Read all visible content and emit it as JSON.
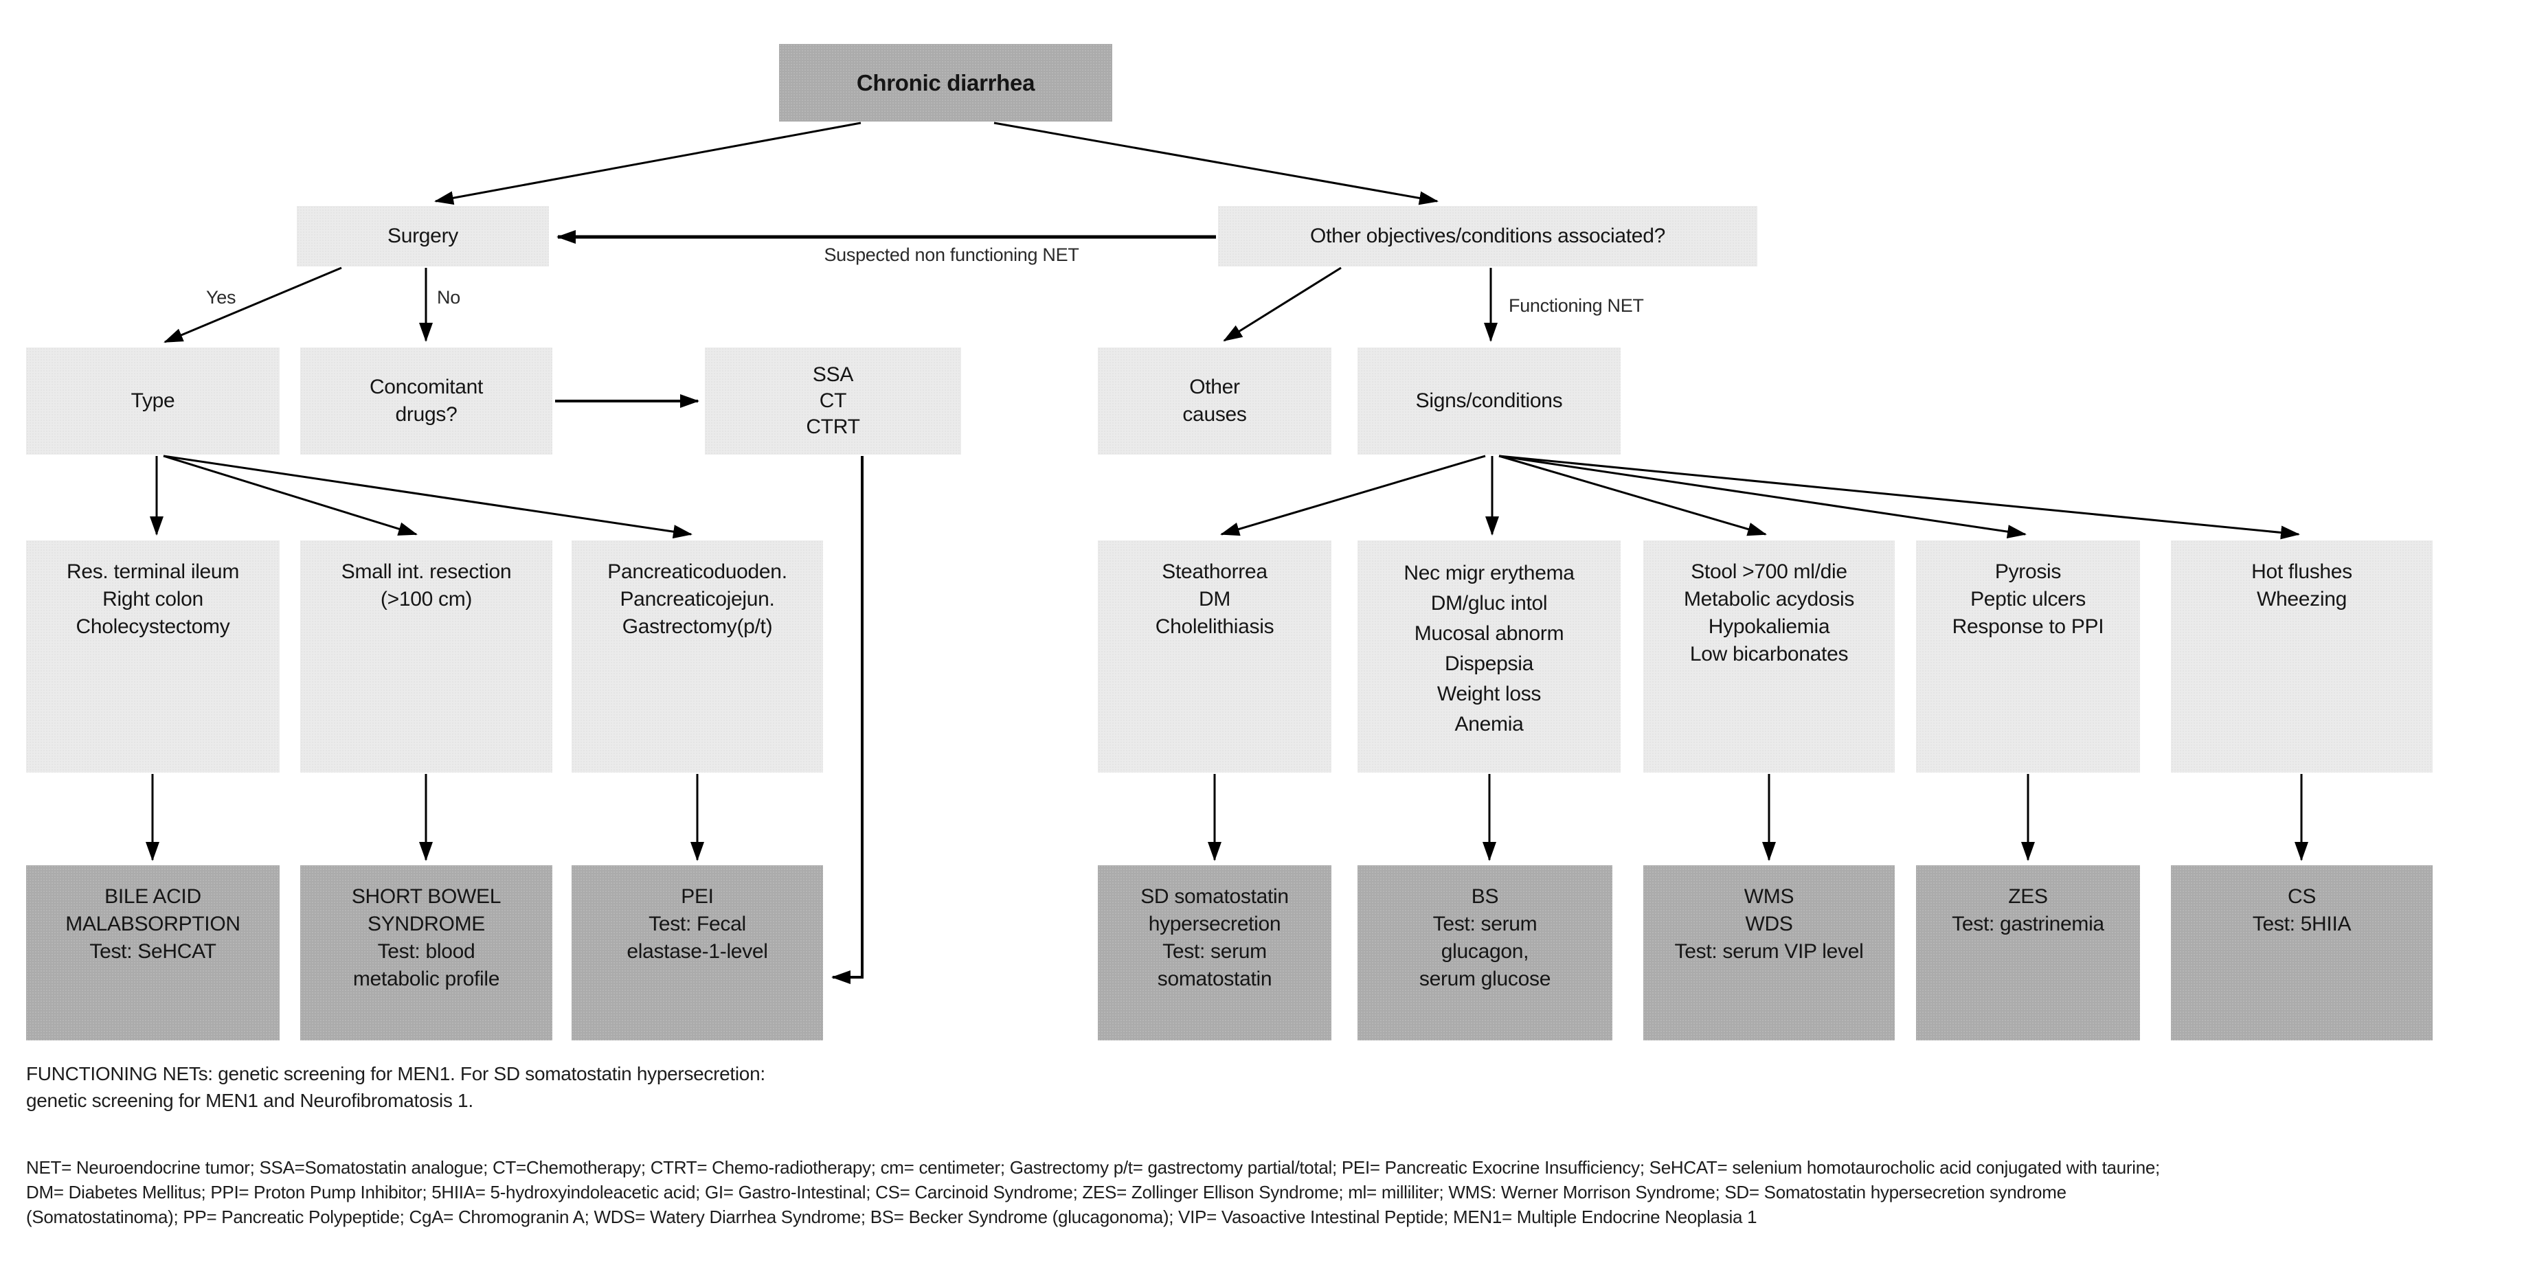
{
  "title": "Chronic diarrhea diagnostic flowchart",
  "colors": {
    "node_light": "#ebebeb",
    "node_dark": "#ababab",
    "line": "#000000",
    "background": "#ffffff"
  },
  "nodes": {
    "chronic": {
      "text": "Chronic diarrhea"
    },
    "surgery": {
      "text": "Surgery"
    },
    "other_objectives": {
      "text": "Other objectives/conditions associated?"
    },
    "type": {
      "text": "Type"
    },
    "concomitant": {
      "text": "Concomitant\ndrugs?"
    },
    "ssa": {
      "text": "SSA\nCT\nCTRT"
    },
    "other_causes": {
      "text": "Other\ncauses"
    },
    "signs": {
      "text": "Signs/conditions"
    },
    "res_ileum": {
      "text": "Res. terminal ileum\nRight colon\nCholecystectomy"
    },
    "small_int": {
      "text": "Small int. resection\n(>100 cm)"
    },
    "pancreatico": {
      "text": "Pancreaticoduoden.\nPancreaticojejun.\nGastrectomy(p/t)"
    },
    "steathorrea": {
      "text": "Steathorrea\nDM\nCholelithiasis"
    },
    "nec_migr": {
      "text": "Nec migr erythema\nDM/gluc intol\nMucosal abnorm\nDispepsia\nWeight loss\nAnemia"
    },
    "stool": {
      "text": "Stool >700 ml/die\nMetabolic acydosis\nHypokaliemia\nLow bicarbonates"
    },
    "pyrosis": {
      "text": "Pyrosis\nPeptic ulcers\nResponse to PPI"
    },
    "hot_flushes": {
      "text": "Hot flushes\nWheezing"
    },
    "bile_acid": {
      "text": "BILE ACID\nMALABSORPTION\nTest: SeHCAT"
    },
    "short_bowel": {
      "text": "SHORT BOWEL\nSYNDROME\nTest: blood\nmetabolic profile"
    },
    "pei": {
      "text": "PEI\nTest: Fecal\nelastase-1-level"
    },
    "sd_somatostatin": {
      "text": "SD somatostatin\nhypersecretion\nTest: serum\nsomatostatin"
    },
    "bs": {
      "text": "BS\nTest: serum\nglucagon,\nserum glucose"
    },
    "wms": {
      "text": "WMS\nWDS\nTest: serum VIP level"
    },
    "zes": {
      "text": "ZES\nTest: gastrinemia"
    },
    "cs": {
      "text": "CS\nTest: 5HIIA"
    }
  },
  "edge_labels": {
    "yes": "Yes",
    "no": "No",
    "suspected_nf_net": "Suspected  non functioning NET",
    "functioning_net": "Functioning NET"
  },
  "footnote": {
    "text": "FUNCTIONING NETs: genetic screening for MEN1. For SD somatostatin hypersecretion:\ngenetic screening for MEN1 and Neurofibromatosis 1."
  },
  "legend": {
    "text": "NET= Neuroendocrine tumor; SSA=Somatostatin analogue; CT=Chemotherapy; CTRT= Chemo-radiotherapy; cm= centimeter; Gastrectomy p/t= gastrectomy partial/total; PEI= Pancreatic Exocrine Insufficiency; SeHCAT= selenium homotaurocholic acid conjugated with taurine;\nDM= Diabetes Mellitus; PPI= Proton Pump Inhibitor; 5HIIA= 5-hydroxyindoleacetic acid; GI= Gastro-Intestinal; CS= Carcinoid Syndrome; ZES= Zollinger Ellison Syndrome; ml= milliliter; WMS: Werner Morrison Syndrome; SD= Somatostatin hypersecretion syndrome\n(Somatostatinoma); PP= Pancreatic Polypeptide; CgA= Chromogranin A; WDS= Watery Diarrhea Syndrome; BS= Becker Syndrome (glucagonoma); VIP= Vasoactive Intestinal Peptide; MEN1= Multiple Endocrine Neoplasia 1"
  }
}
